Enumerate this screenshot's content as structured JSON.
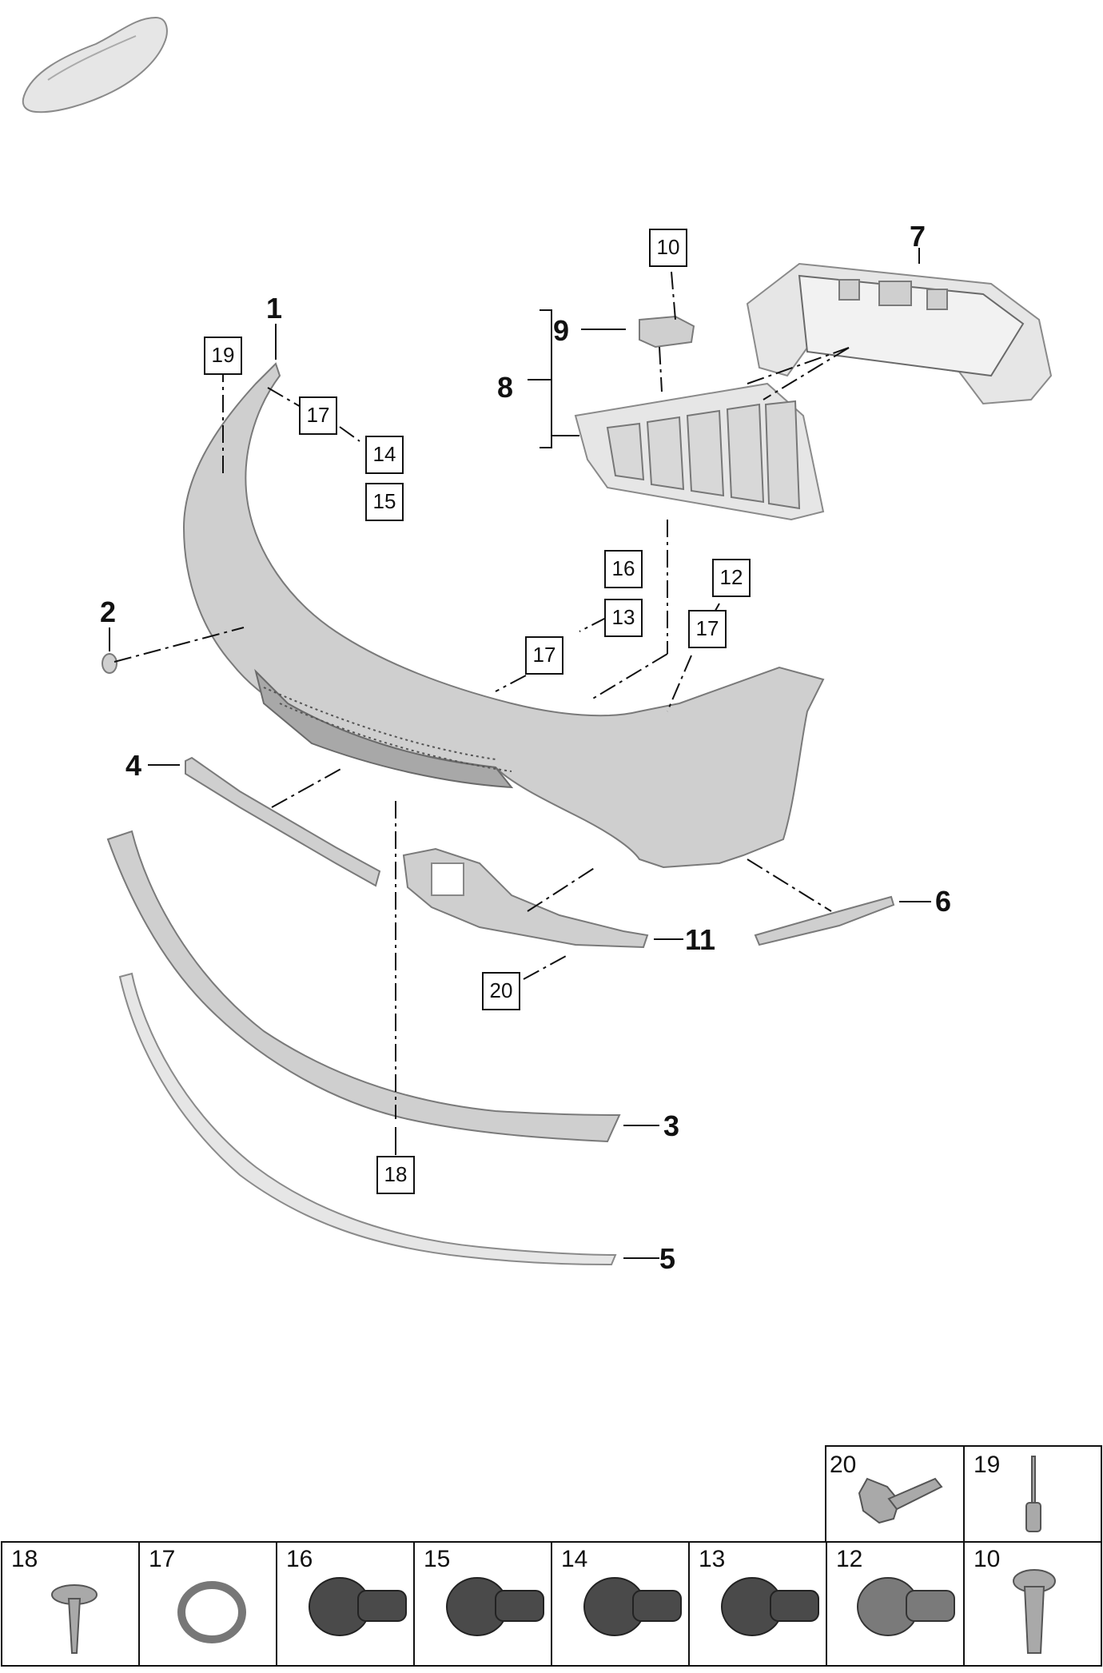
{
  "callouts": {
    "bold": [
      "1",
      "2",
      "3",
      "4",
      "5",
      "6",
      "7",
      "8",
      "9",
      "11"
    ],
    "boxed": [
      "10",
      "12",
      "13",
      "14",
      "15",
      "16",
      "17",
      "17",
      "17",
      "18",
      "19",
      "20"
    ]
  },
  "parts_table": {
    "top_row": [
      "20",
      "19"
    ],
    "bottom_row": [
      "18",
      "17",
      "16",
      "15",
      "14",
      "13",
      "12",
      "10"
    ]
  },
  "colors": {
    "line": "#111111",
    "part_fill": "#cfcfcf",
    "sensor_fill": "#4a4a4a"
  }
}
